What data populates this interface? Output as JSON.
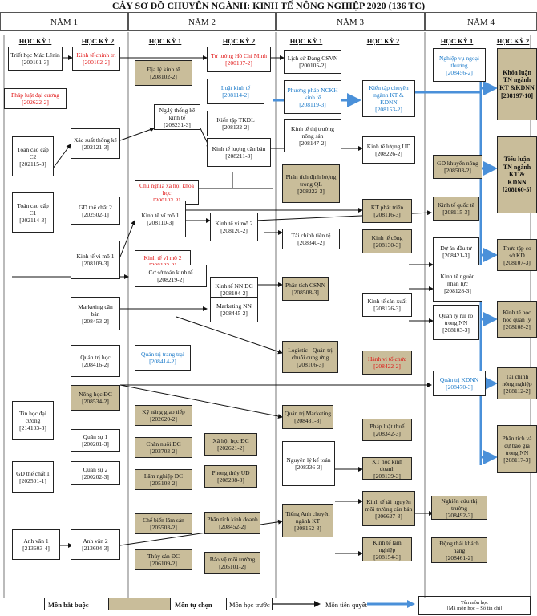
{
  "title": "CÂY SƠ ĐỒ CHUYÊN NGÀNH: KINH TẾ NÔNG NGHIỆP 2020 (136 TC)",
  "years": [
    "NĂM 1",
    "NĂM 2",
    "NĂM 3",
    "NĂM 4"
  ],
  "semesters": [
    "HỌC KỲ 1",
    "HỌC KỲ 2",
    "HỌC KỲ 1",
    "HỌC KỲ 2",
    "HỌC KỲ 1",
    "HỌC KỲ 2",
    "HỌC KỲ 1",
    "HỌC KỲ 2"
  ],
  "colors": {
    "elective": "#c9bd9a",
    "red": "#e01010",
    "blue": "#1878c8",
    "arrow_blue": "#4a90d9"
  },
  "courses": [
    {
      "id": "c1",
      "name": "Triết học Mác Lênin",
      "code": "[200101-3]",
      "type": "required"
    },
    {
      "id": "c2",
      "name": "Pháp luật đại cương",
      "code": "[202622-2]",
      "type": "required",
      "color": "red"
    },
    {
      "id": "c3",
      "name": "Toán cao cấp C2",
      "code": "[202115-3]",
      "type": "required"
    },
    {
      "id": "c4",
      "name": "Toán cao cấp C1",
      "code": "[202114-3]",
      "type": "required"
    },
    {
      "id": "c5",
      "name": "Tin học đại cương",
      "code": "[214103-3]",
      "type": "required"
    },
    {
      "id": "c6",
      "name": "GD thể chất 1",
      "code": "[202501-1]",
      "type": "required"
    },
    {
      "id": "c7",
      "name": "Anh văn 1",
      "code": "[213603-4]",
      "type": "required"
    },
    {
      "id": "c8",
      "name": "Kinh tế chính trị",
      "code": "[200102-2]",
      "type": "required",
      "color": "red"
    },
    {
      "id": "c9",
      "name": "Xác suất thống kê",
      "code": "[202121-3]",
      "type": "required"
    },
    {
      "id": "c10",
      "name": "GD thể chất 2",
      "code": "[202502-1]",
      "type": "required"
    },
    {
      "id": "c11",
      "name": "Kinh tế vi mô 1",
      "code": "[208109-3]",
      "type": "required"
    },
    {
      "id": "c12",
      "name": "Marketing căn bản",
      "code": "[208453-2]",
      "type": "required"
    },
    {
      "id": "c13",
      "name": "Quản trị học",
      "code": "[208416-2]",
      "type": "required"
    },
    {
      "id": "c14",
      "name": "Nông học ĐC",
      "code": "[208534-2]",
      "type": "elective"
    },
    {
      "id": "c15",
      "name": "Quân sự 1",
      "code": "[200201-3]",
      "type": "required"
    },
    {
      "id": "c16",
      "name": "Quân sự 2",
      "code": "[200202-3]",
      "type": "required"
    },
    {
      "id": "c17",
      "name": "Anh văn 2",
      "code": "[213604-3]",
      "type": "required"
    },
    {
      "id": "c18",
      "name": "Địa lý kinh tế",
      "code": "[208102-2]",
      "type": "elective"
    },
    {
      "id": "c19",
      "name": "Ng.lý thống kê kinh tế",
      "code": "[208231-3]",
      "type": "required"
    },
    {
      "id": "c20",
      "name": "Chủ nghĩa xã hội khoa học",
      "code": "[200103-2]",
      "type": "required",
      "color": "red"
    },
    {
      "id": "c21",
      "name": "Kinh tế vĩ mô 1",
      "code": "[208110-3]",
      "type": "required"
    },
    {
      "id": "c22",
      "name": "Kinh tế vĩ mô 2",
      "code": "[208122-2]",
      "type": "required",
      "color": "red"
    },
    {
      "id": "c23",
      "name": "Cơ sở toán kinh tế",
      "code": "[208219-2]",
      "type": "required"
    },
    {
      "id": "c24",
      "name": "Quản trị trang trại",
      "code": "[208414-2]",
      "type": "required",
      "color": "blue"
    },
    {
      "id": "c25",
      "name": "Kỹ năng giao tiếp",
      "code": "[202620-2]",
      "type": "elective"
    },
    {
      "id": "c26",
      "name": "Chăn nuôi ĐC",
      "code": "[203703-2]",
      "type": "elective"
    },
    {
      "id": "c27",
      "name": "Lâm nghiệp ĐC",
      "code": "[205108-2]",
      "type": "elective"
    },
    {
      "id": "c28",
      "name": "Chế biến lâm sản",
      "code": "[205503-2]",
      "type": "elective"
    },
    {
      "id": "c29",
      "name": "Thủy sản ĐC",
      "code": "[206109-2]",
      "type": "elective"
    },
    {
      "id": "c30",
      "name": "Tư tưởng Hồ Chí Minh",
      "code": "[200107-2]",
      "type": "required",
      "color": "red"
    },
    {
      "id": "c31",
      "name": "Luật kinh tế",
      "code": "[208114-2]",
      "type": "required",
      "color": "blue"
    },
    {
      "id": "c32",
      "name": "Kiến tập TKĐL",
      "code": "[208132-2]",
      "type": "required"
    },
    {
      "id": "c33",
      "name": "Kinh tế lượng căn bản",
      "code": "[208211-3]",
      "type": "required"
    },
    {
      "id": "c34",
      "name": "Kinh tế vi mô 2",
      "code": "[208120-2]",
      "type": "required"
    },
    {
      "id": "c35",
      "name": "Kinh tế NN ĐC",
      "code": "[208104-2]",
      "type": "required"
    },
    {
      "id": "c36",
      "name": "Marketing NN",
      "code": "[208445-2]",
      "type": "required"
    },
    {
      "id": "c37",
      "name": "Xã hội học ĐC",
      "code": "[202621-2]",
      "type": "elective"
    },
    {
      "id": "c38",
      "name": "Phong thủy UD",
      "code": "[208208-3]",
      "type": "elective"
    },
    {
      "id": "c39",
      "name": "Phân tích kinh doanh",
      "code": "[208452-2]",
      "type": "elective"
    },
    {
      "id": "c40",
      "name": "Bảo vệ môi trường",
      "code": "[205101-2]",
      "type": "elective"
    },
    {
      "id": "c41",
      "name": "Lịch sử Đảng CSVN",
      "code": "[200105-2]",
      "type": "required"
    },
    {
      "id": "c42",
      "name": "Phương pháp NCKH kinh tế",
      "code": "[208119-3]",
      "type": "required",
      "color": "blue"
    },
    {
      "id": "c43",
      "name": "Kinh tế thị trường nông sản",
      "code": "[208147-2]",
      "type": "required"
    },
    {
      "id": "c44",
      "name": "Phân tích định lượng trong QL",
      "code": "[208222-3]",
      "type": "elective"
    },
    {
      "id": "c45",
      "name": "Tài chính tiền tệ",
      "code": "[208340-2]",
      "type": "required"
    },
    {
      "id": "c46",
      "name": "Phân tích CSNN",
      "code": "[208508-3]",
      "type": "elective"
    },
    {
      "id": "c47",
      "name": "Logistic - Quản trị chuỗi cung ứng",
      "code": "[208106-3]",
      "type": "elective"
    },
    {
      "id": "c48",
      "name": "Quản trị Marketing",
      "code": "[208431-3]",
      "type": "elective"
    },
    {
      "id": "c49",
      "name": "Nguyên lý kế toán",
      "code": "[208336-3]",
      "type": "required"
    },
    {
      "id": "c50",
      "name": "Tiếng Anh chuyên ngành KT",
      "code": "[208152-3]",
      "type": "elective"
    },
    {
      "id": "c51",
      "name": "Kiến tập chuyên ngành KT & KDNN",
      "code": "[208153-2]",
      "type": "required",
      "color": "blue"
    },
    {
      "id": "c52",
      "name": "Kinh tế lượng UD",
      "code": "[208226-2]",
      "type": "required"
    },
    {
      "id": "c53",
      "name": "KT phát triển",
      "code": "[208116-3]",
      "type": "elective"
    },
    {
      "id": "c54",
      "name": "Kinh tế công",
      "code": "[208130-3]",
      "type": "elective"
    },
    {
      "id": "c55",
      "name": "Kinh tế sản xuất",
      "code": "[208126-3]",
      "type": "required"
    },
    {
      "id": "c56",
      "name": "Hành vi tổ chức",
      "code": "[208422-2]",
      "type": "elective",
      "color": "red"
    },
    {
      "id": "c57",
      "name": "Pháp luật thuế",
      "code": "[208342-3]",
      "type": "elective"
    },
    {
      "id": "c58",
      "name": "KT học kinh doanh",
      "code": "[208139-3]",
      "type": "elective"
    },
    {
      "id": "c59",
      "name": "Kinh tế tài nguyên môi trường căn bản",
      "code": "[206627-3]",
      "type": "elective"
    },
    {
      "id": "c60",
      "name": "Kinh tế lâm nghiệp",
      "code": "[208154-3]",
      "type": "elective"
    },
    {
      "id": "c61",
      "name": "Nghiệp vụ ngoại thương",
      "code": "[208456-2]",
      "type": "required",
      "color": "blue"
    },
    {
      "id": "c62",
      "name": "GD khuyến nông",
      "code": "[208503-2]",
      "type": "elective"
    },
    {
      "id": "c63",
      "name": "Kinh tế quốc tế",
      "code": "[208115-3]",
      "type": "elective"
    },
    {
      "id": "c64",
      "name": "Dự án đầu tư",
      "code": "[208421-3]",
      "type": "required"
    },
    {
      "id": "c65",
      "name": "Kinh tế nguồn nhân lực",
      "code": "[208128-3]",
      "type": "required"
    },
    {
      "id": "c66",
      "name": "Quản lý rủi ro trong NN",
      "code": "[208103-3]",
      "type": "required"
    },
    {
      "id": "c67",
      "name": "Quản trị KDNN",
      "code": "[208470-3]",
      "type": "required",
      "color": "blue"
    },
    {
      "id": "c68",
      "name": "Nghiên cứu thị trường",
      "code": "[208492-3]",
      "type": "elective"
    },
    {
      "id": "c69",
      "name": "Động thái khách hàng",
      "code": "[208461-2]",
      "type": "elective"
    },
    {
      "id": "c70",
      "name": "Khóa luận TN ngành KT &KDNN",
      "code": "[208197-10]",
      "type": "elective",
      "bold": true
    },
    {
      "id": "c71",
      "name": "Tiểu luận TN ngành KT & KDNN",
      "code": "[208160-5]",
      "type": "elective",
      "bold": true
    },
    {
      "id": "c72",
      "name": "Thực tập cơ sở KD",
      "code": "[208107-3]",
      "type": "elective"
    },
    {
      "id": "c73",
      "name": "Kinh tế học hoc quản lý",
      "code": "[208108-2]",
      "type": "elective"
    },
    {
      "id": "c74",
      "name": "Tài chính nông nghiệp",
      "code": "[208112-2]",
      "type": "elective"
    },
    {
      "id": "c75",
      "name": "Phân tích và dự báo giá trong NN",
      "code": "[208117-3]",
      "type": "elective"
    }
  ],
  "legend": {
    "required": "Môn bắt buộc",
    "elective": "Môn tự chọn",
    "prior": "Môn học trước",
    "prereq": "Môn tiên quyết",
    "format_name": "Tên môn học",
    "format_code": "[Mã môn học – Số tín chỉ]"
  }
}
